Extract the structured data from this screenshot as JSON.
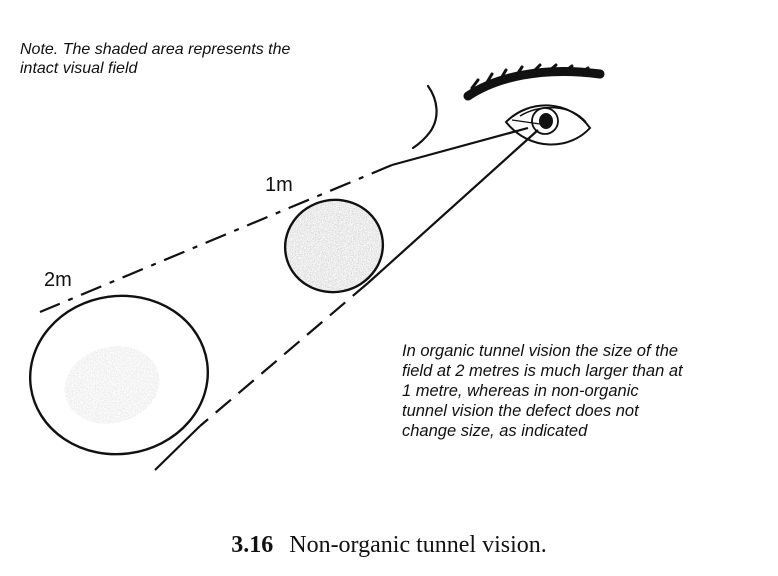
{
  "note": {
    "lines": [
      "Note.  The shaded area represents the",
      "intact visual field"
    ]
  },
  "labels": {
    "near": "1m",
    "far": "2m"
  },
  "explanation": {
    "lines": [
      "In organic tunnel vision the size of the",
      "field at 2 metres is much larger than at",
      "1 metre, whereas in non-organic",
      "tunnel vision the defect does not",
      "change size, as indicated"
    ]
  },
  "caption": {
    "number": "3.16",
    "text": "Non-organic tunnel vision."
  },
  "colors": {
    "ink": "#111111",
    "shading": "#8a8a8a",
    "background": "#ffffff"
  }
}
